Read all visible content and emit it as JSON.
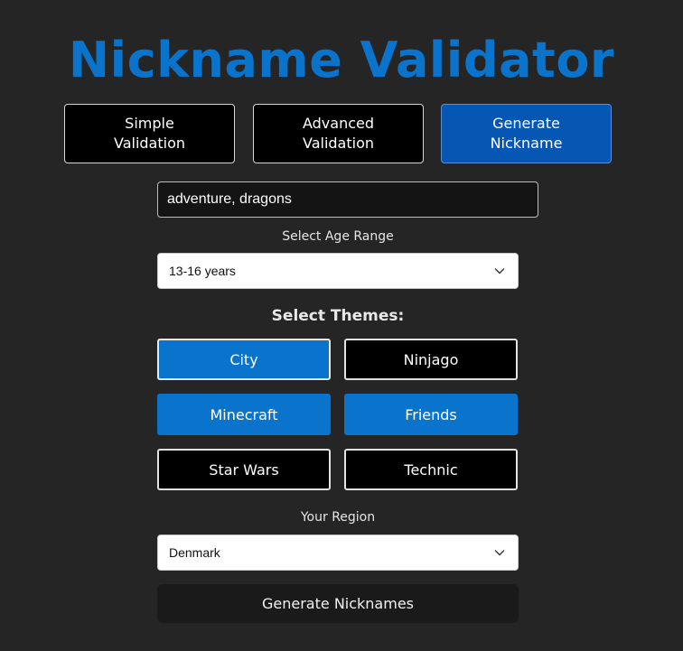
{
  "app": {
    "title": "Nickname Validator"
  },
  "modes": [
    {
      "label": "Simple Validation",
      "active": false
    },
    {
      "label": "Advanced Validation",
      "active": false
    },
    {
      "label": "Generate Nickname",
      "active": true
    }
  ],
  "keywords": {
    "value": "adventure, dragons"
  },
  "age": {
    "label": "Select Age Range",
    "selected": "13-16 years"
  },
  "themes": {
    "heading": "Select Themes:",
    "items": [
      {
        "label": "City",
        "selected": true
      },
      {
        "label": "Ninjago",
        "selected": false
      },
      {
        "label": "Minecraft",
        "selected": true
      },
      {
        "label": "Friends",
        "selected": true
      },
      {
        "label": "Star Wars",
        "selected": false
      },
      {
        "label": "Technic",
        "selected": false
      }
    ]
  },
  "region": {
    "label": "Your Region",
    "selected": "Denmark"
  },
  "actions": {
    "generate_label": "Generate Nicknames"
  },
  "colors": {
    "accent": "#0a74cc",
    "active_tab": "#0557b3",
    "background": "#252525"
  },
  "icons": {
    "select_arrow": "chevron-down-icon"
  }
}
